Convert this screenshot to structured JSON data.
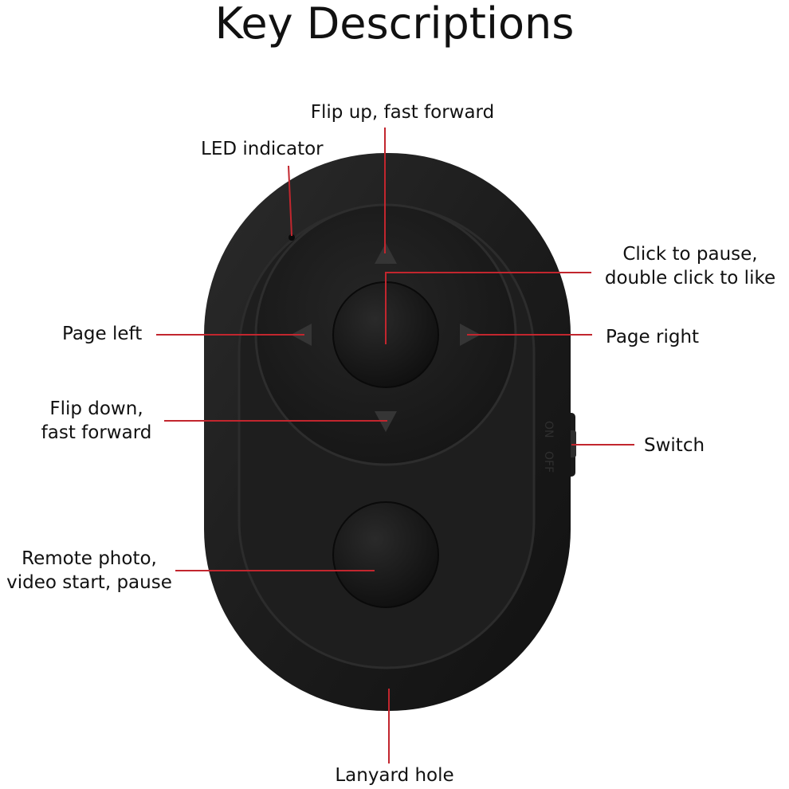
{
  "title": "Key Descriptions",
  "colors": {
    "background": "#ffffff",
    "text": "#111111",
    "leader_line": "#c2262e",
    "device_body": "#1f1f1f",
    "device_rim": "#2a2a2a",
    "button": "#151515",
    "arrow_mark": "#3a3a3a"
  },
  "callouts": {
    "flip_up": [
      "Flip up, fast forward"
    ],
    "led": [
      "LED indicator"
    ],
    "click_pause": [
      "Click to pause,",
      "double click to like"
    ],
    "page_left": [
      "Page left"
    ],
    "page_right": [
      "Page right"
    ],
    "flip_down": [
      "Flip down,",
      "fast forward"
    ],
    "switch": [
      "Switch"
    ],
    "remote_photo": [
      "Remote photo,",
      "video start, pause"
    ],
    "lanyard": [
      "Lanyard hole"
    ]
  },
  "switch_marks": {
    "on": "ON",
    "off": "OFF"
  }
}
